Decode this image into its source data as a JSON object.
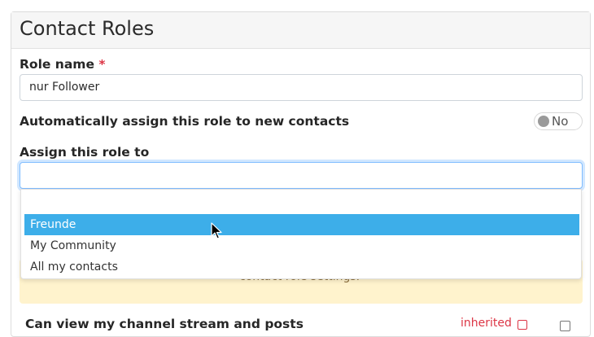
{
  "page": {
    "title": "Contact Roles"
  },
  "role_name": {
    "label": "Role name",
    "required_marker": "*",
    "value": "nur Follower"
  },
  "auto_assign": {
    "label": "Automatically assign this role to new contacts",
    "toggle_text": "No",
    "toggle_state": false
  },
  "assign_to": {
    "label": "Assign this role to",
    "value": "",
    "options": [
      {
        "label": "",
        "selected": false
      },
      {
        "label": "Freunde",
        "selected": true
      },
      {
        "label": "My Community",
        "selected": false
      },
      {
        "label": "All my contacts",
        "selected": false
      }
    ]
  },
  "warning": {
    "text": "contact role settings."
  },
  "permissions": {
    "row1_label": "Can view my channel stream and posts",
    "inherited_label": "inherited"
  },
  "colors": {
    "accent": "#3daee9",
    "focus_border": "#80bdff",
    "required": "#dc3545",
    "warning_bg": "#fff3cd"
  }
}
